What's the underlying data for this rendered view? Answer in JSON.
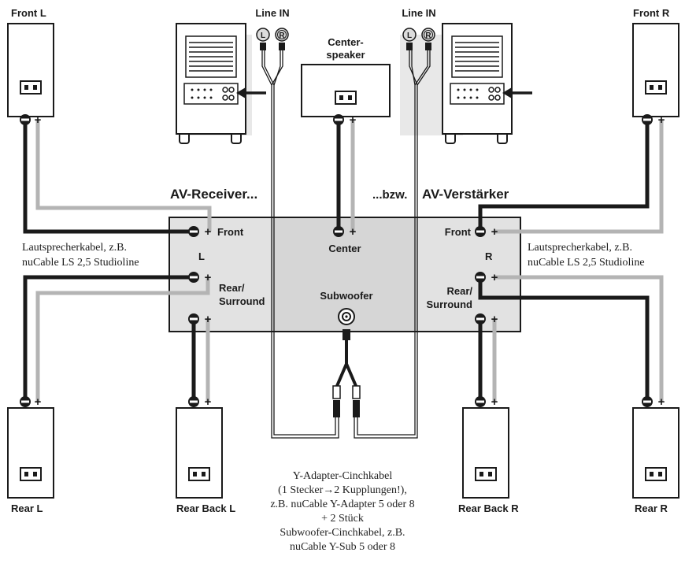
{
  "speakers": {
    "front_left": "Front L",
    "front_right": "Front R",
    "center_line1": "Center-",
    "center_line2": "speaker",
    "rear_left": "Rear L",
    "rear_back_left": "Rear Back L",
    "rear_back_right": "Rear Back R",
    "rear_right": "Rear R"
  },
  "subwoofer_inputs": {
    "left_label": "Line IN",
    "right_label": "Line IN",
    "jack_left": "L",
    "jack_right": "R"
  },
  "amplifier": {
    "title_left": "AV-Receiver...",
    "title_mid": "...bzw.",
    "title_right": "AV-Verstärker",
    "front_left": "Front",
    "front_right": "Front",
    "side_left": "L",
    "side_right": "R",
    "center": "Center",
    "rear_left_line1": "Rear/",
    "rear_left_line2": "Surround",
    "rear_right_line1": "Rear/",
    "rear_right_line2": "Surround",
    "subwoofer": "Subwoofer"
  },
  "notes": {
    "left": [
      "Lautsprecherkabel, z.B.",
      "nuCable LS 2,5 Studioline"
    ],
    "right": [
      "Lautsprecherkabel, z.B.",
      "nuCable LS 2,5 Studioline"
    ],
    "bottom": [
      "Y-Adapter-Cinchkabel",
      "(1 Stecker→2 Kupplungen!),",
      "z.B. nuCable Y-Adapter 5 oder 8",
      "+ 2 Stück",
      "Subwoofer-Cinchkabel, z.B.",
      "nuCable Y-Sub 5 oder 8"
    ]
  },
  "colors": {
    "black_wire": "#1a1a1a",
    "grey_wire": "#b4b4b4",
    "receiver_fill": "#e2e2e2",
    "subwoofer_fill": "#ececec"
  }
}
